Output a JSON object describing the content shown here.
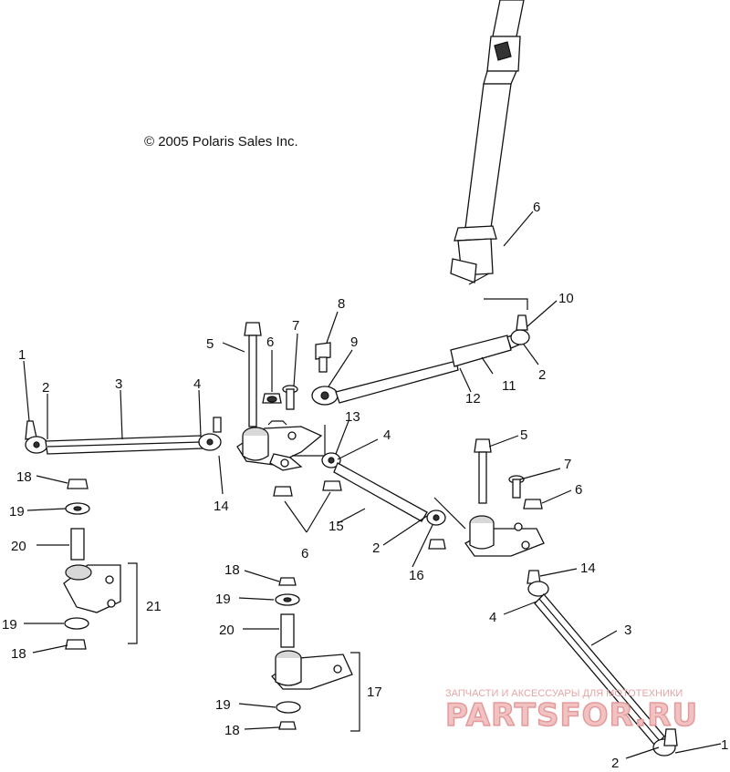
{
  "copyright": "© 2005 Polaris Sales Inc.",
  "watermark": {
    "small": "ЗАПЧАСТИ И АКСЕССУАРЫ ДЛЯ МОТОТЕХНИКИ",
    "big": "PARTSFOR.RU"
  },
  "callouts": {
    "c1_left": "1",
    "c2_left": "2",
    "c3_left": "3",
    "c4_left": "4",
    "c5_top": "5",
    "c6_top": "6",
    "c7_top": "7",
    "c8": "8",
    "c9": "9",
    "c10": "10",
    "c2_upper": "2",
    "c11": "11",
    "c12": "12",
    "c6_column": "6",
    "c13": "13",
    "c4_mid": "4",
    "c14_left": "14",
    "c15": "15",
    "c6_bottom": "6",
    "c2_mid": "2",
    "c16": "16",
    "c5_right": "5",
    "c7_right": "7",
    "c6_right": "6",
    "c14_right": "14",
    "c4_right": "4",
    "c3_right": "3",
    "c2_bottom": "2",
    "c1_bottom": "1",
    "c18_a": "18",
    "c19_a": "19",
    "c20_a": "20",
    "c21": "21",
    "c19_b": "19",
    "c18_b": "18",
    "c18_c": "18",
    "c19_c": "19",
    "c20_c": "20",
    "c17": "17",
    "c19_d": "19",
    "c18_d": "18"
  }
}
